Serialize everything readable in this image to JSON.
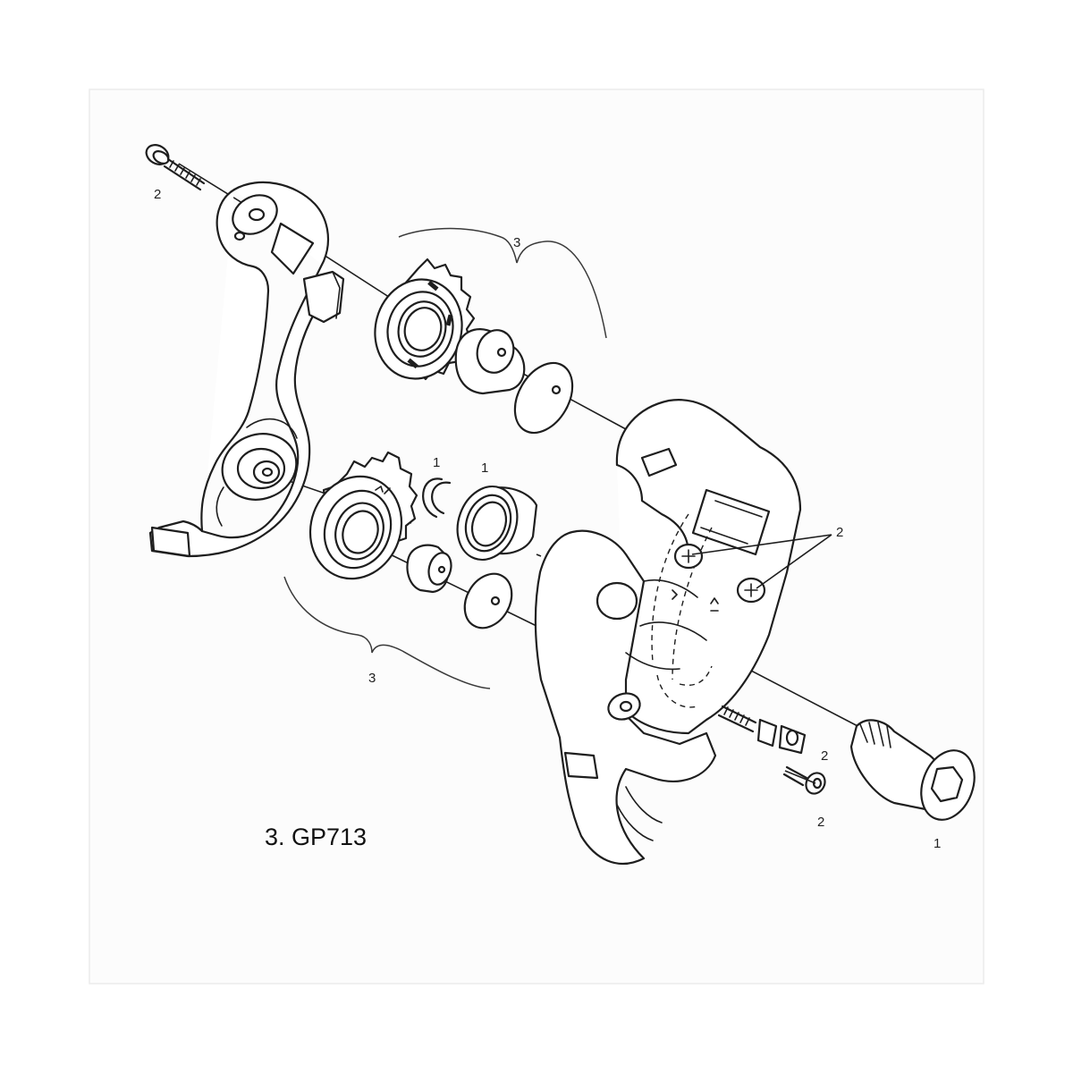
{
  "caption": "3. GP713",
  "callouts": {
    "screw_top_left": "2",
    "pulley_kit_upper": "3",
    "pulley_kit_lower": "3",
    "snap_ring": "1",
    "bearing_seal": "1",
    "limit_screws": "2",
    "adjust_screw": "2",
    "small_screw": "2",
    "pivot_bolt": "1"
  }
}
